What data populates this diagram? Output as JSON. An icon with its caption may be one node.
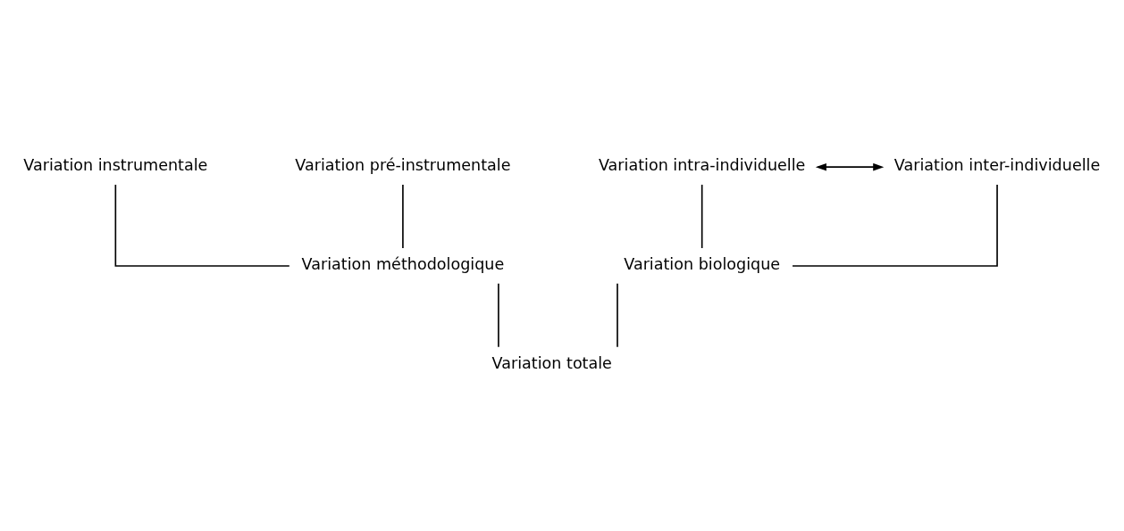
{
  "diagram": {
    "nodes": [
      {
        "text": [
          "Variation instrumentale"
        ]
      },
      {
        "text": [
          "Variation pré-instrumentale"
        ]
      },
      {
        "text": [
          "Variation intra-individuelle"
        ]
      },
      {
        "text": [
          "Variation inter-individuelle"
        ]
      },
      {
        "text": [
          "Variation méthodologique"
        ]
      },
      {
        "text": [
          "Variation biologique"
        ]
      },
      {
        "text": [
          "Variation totale"
        ]
      }
    ],
    "edges": [
      {
        "from": 2,
        "to": 3,
        "arrow": "both"
      },
      {
        "from": 0,
        "to": 4,
        "arrow": "none"
      },
      {
        "from": 1,
        "to": 4,
        "arrow": "none"
      },
      {
        "from": 2,
        "to": 5,
        "arrow": "none"
      },
      {
        "from": 3,
        "to": 5,
        "arrow": "none"
      },
      {
        "from": 4,
        "to": 6,
        "arrow": "none"
      },
      {
        "from": 5,
        "to": 6,
        "arrow": "none"
      }
    ]
  }
}
